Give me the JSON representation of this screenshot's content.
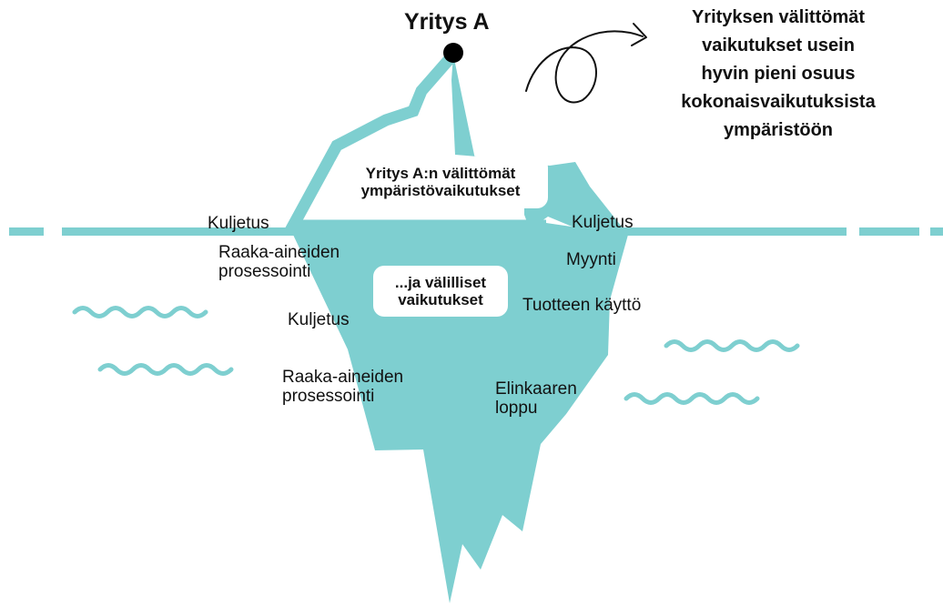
{
  "colors": {
    "iceberg": "#7ecfd0",
    "water": "#7ecfd0",
    "text": "#111111",
    "callout_background": "#ffffff",
    "peak_dot": "#000000"
  },
  "icons": {
    "peak_marker": "dot-icon",
    "callout_arrow": "curly-arrow-icon"
  },
  "diagram": {
    "peak_label": "Yritys A",
    "side_note": [
      "Yrityksen välittömät",
      "vaikutukset usein",
      "hyvin pieni osuus",
      "kokonaisvaikutuksista",
      "ympäristöön"
    ],
    "direct_callout": [
      "Yritys A:n välittömät",
      "ympäristövaikutukset"
    ],
    "indirect_callout": [
      "...ja välilliset",
      "vaikutukset"
    ],
    "left_labels": {
      "transport_1": "Kuljetus",
      "processing_1": [
        "Raaka-aineiden",
        "prosessointi"
      ],
      "transport_2": "Kuljetus",
      "processing_2": [
        "Raaka-aineiden",
        "prosessointi"
      ]
    },
    "right_labels": {
      "transport": "Kuljetus",
      "sales": "Myynti",
      "product_use": "Tuotteen käyttö",
      "end_of_life": [
        "Elinkaaren",
        "loppu"
      ]
    }
  }
}
